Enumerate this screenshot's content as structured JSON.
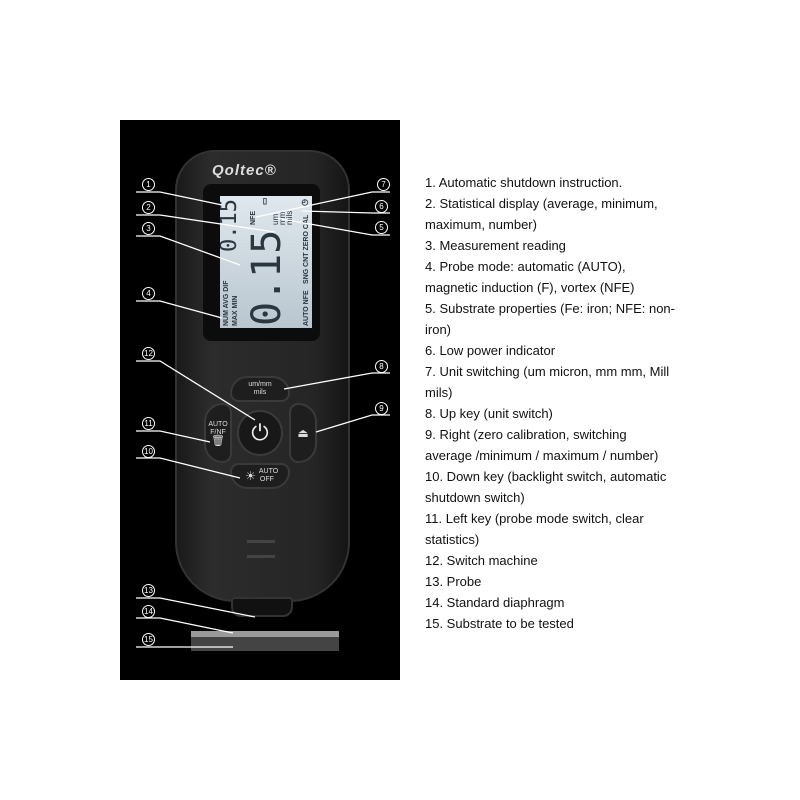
{
  "device": {
    "brand": "Qoltec®",
    "display": {
      "left_labels": "AUTO NFE",
      "mode_labels": "SNG CNT ZERO CAL",
      "reading": "0.15",
      "units": [
        "um",
        "mm",
        "mils"
      ],
      "substrate": "NFE",
      "stats_labels_1": "MAX MIN",
      "stats_labels_2": "NUM AVG DIF",
      "stat_reading": "0.15"
    },
    "buttons": {
      "up": "um/mm mils",
      "left": "AUTO F/NF",
      "down": "AUTO OFF"
    }
  },
  "callouts": [
    "1",
    "2",
    "3",
    "4",
    "5",
    "6",
    "7",
    "8",
    "9",
    "10",
    "11",
    "12",
    "13",
    "14",
    "15"
  ],
  "legend": [
    "1. Automatic shutdown instruction.",
    "2. Statistical display (average, minimum, maximum, number)",
    "3. Measurement reading",
    "4. Probe mode: automatic (AUTO), magnetic induction (F), vortex (NFE)",
    "5. Substrate properties (Fe: iron; NFE: non-iron)",
    "6. Low power indicator",
    "7. Unit switching (um micron, mm mm, Mill mils)",
    "8. Up key (unit switch)",
    "9. Right (zero calibration, switching average /minimum / maximum / number)",
    "10. Down key (backlight switch, automatic shutdown switch)",
    "11. Left key (probe mode switch, clear statistics)",
    "12. Switch machine",
    "13. Probe",
    "14. Standard diaphragm",
    "15. Substrate to be tested"
  ]
}
